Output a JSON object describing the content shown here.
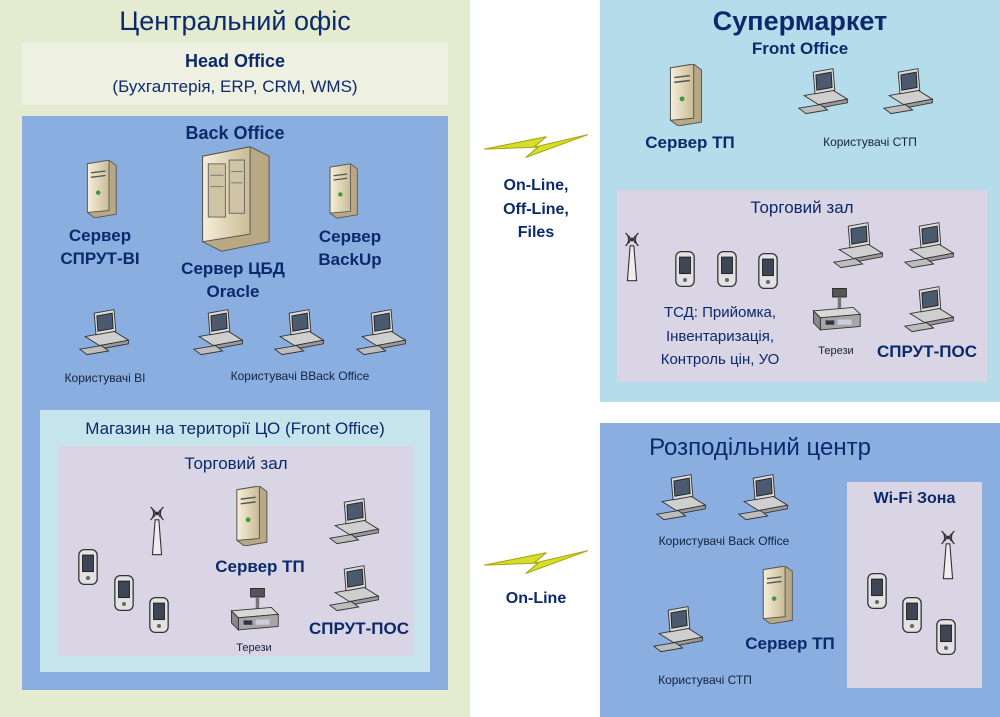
{
  "colors": {
    "central_bg": "#e4ebd0",
    "head_office_bg": "#eef1e2",
    "back_office_bg": "#8aaee0",
    "store_outer_bg": "#c6e4ec",
    "store_inner_bg": "#dad5e4",
    "super_bg": "#b5dcea",
    "hall_bg": "#dad5e4",
    "dc_bg": "#8aaee0",
    "wifi_bg": "#dad5e4",
    "title_color": "#0c2a6b",
    "bolt": "#d8dc2a"
  },
  "central": {
    "title": "Центральний офіс",
    "head_office": {
      "title": "Head Office",
      "subtitle": "(Бухгалтерія, ERP, CRM, WMS)"
    },
    "back_office": {
      "title": "Back Office",
      "server_spryt_line1": "Сервер",
      "server_spryt_line2": "СПРУТ-BI",
      "server_cbd_line1": "Сервер ЦБД",
      "server_cbd_line2": "Oracle",
      "server_backup_line1": "Сервер",
      "server_backup_line2": "BackUp",
      "users_bi": "Користувачі BI",
      "users_backoffice": "Користувачі BBack Office"
    },
    "store": {
      "title": "Магазин на території ЦО (Front Office)",
      "hall_title": "Торговий зал",
      "server_tp": "Сервер ТП",
      "scales": "Терези",
      "pos": "СПРУТ-ПОС"
    }
  },
  "links": {
    "top_line1": "On-Line,",
    "top_line2": "Off-Line,",
    "top_line3": "Files",
    "bottom": "On-Line"
  },
  "supermarket": {
    "title": "Супермаркет",
    "subtitle": "Front Office",
    "server_tp": "Сервер ТП",
    "users_stp": "Користувачі СТП",
    "hall": {
      "title": "Торговий зал",
      "tsd_line1": "ТСД: Прийомка,",
      "tsd_line2": "Інвентаризація,",
      "tsd_line3": "Контроль цін, УО",
      "scales": "Терези",
      "pos": "СПРУТ-ПОС"
    }
  },
  "distribution": {
    "title": "Розподільний центр",
    "users_backoffice": "Користувачі Back Office",
    "server_tp": "Сервер ТП",
    "users_stp": "Користувачі СТП",
    "wifi_title": "Wi-Fi Зона"
  }
}
